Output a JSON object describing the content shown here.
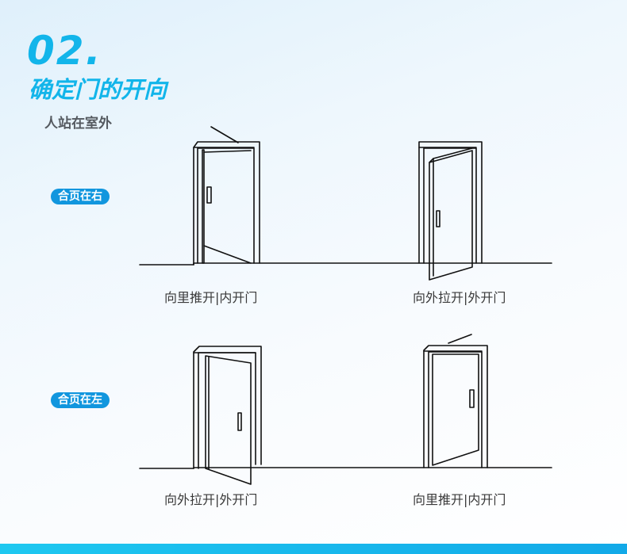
{
  "header": {
    "number": "02.",
    "title": "确定门的开向",
    "subtitle": "人站在室外"
  },
  "rows": [
    {
      "label": "合页在右",
      "doors": [
        {
          "caption": "向里推开|内开门",
          "icon": "door-inward-open-icon"
        },
        {
          "caption": "向外拉开|外开门",
          "icon": "door-outward-open-icon"
        }
      ]
    },
    {
      "label": "合页在左",
      "doors": [
        {
          "caption": "向外拉开|外开门",
          "icon": "door-outward-open-icon"
        },
        {
          "caption": "向里推开|内开门",
          "icon": "door-inward-open-icon"
        }
      ]
    }
  ],
  "colors": {
    "accent": "#12b5ea",
    "pill": "#1196de",
    "bar": "#1ec8f0"
  }
}
